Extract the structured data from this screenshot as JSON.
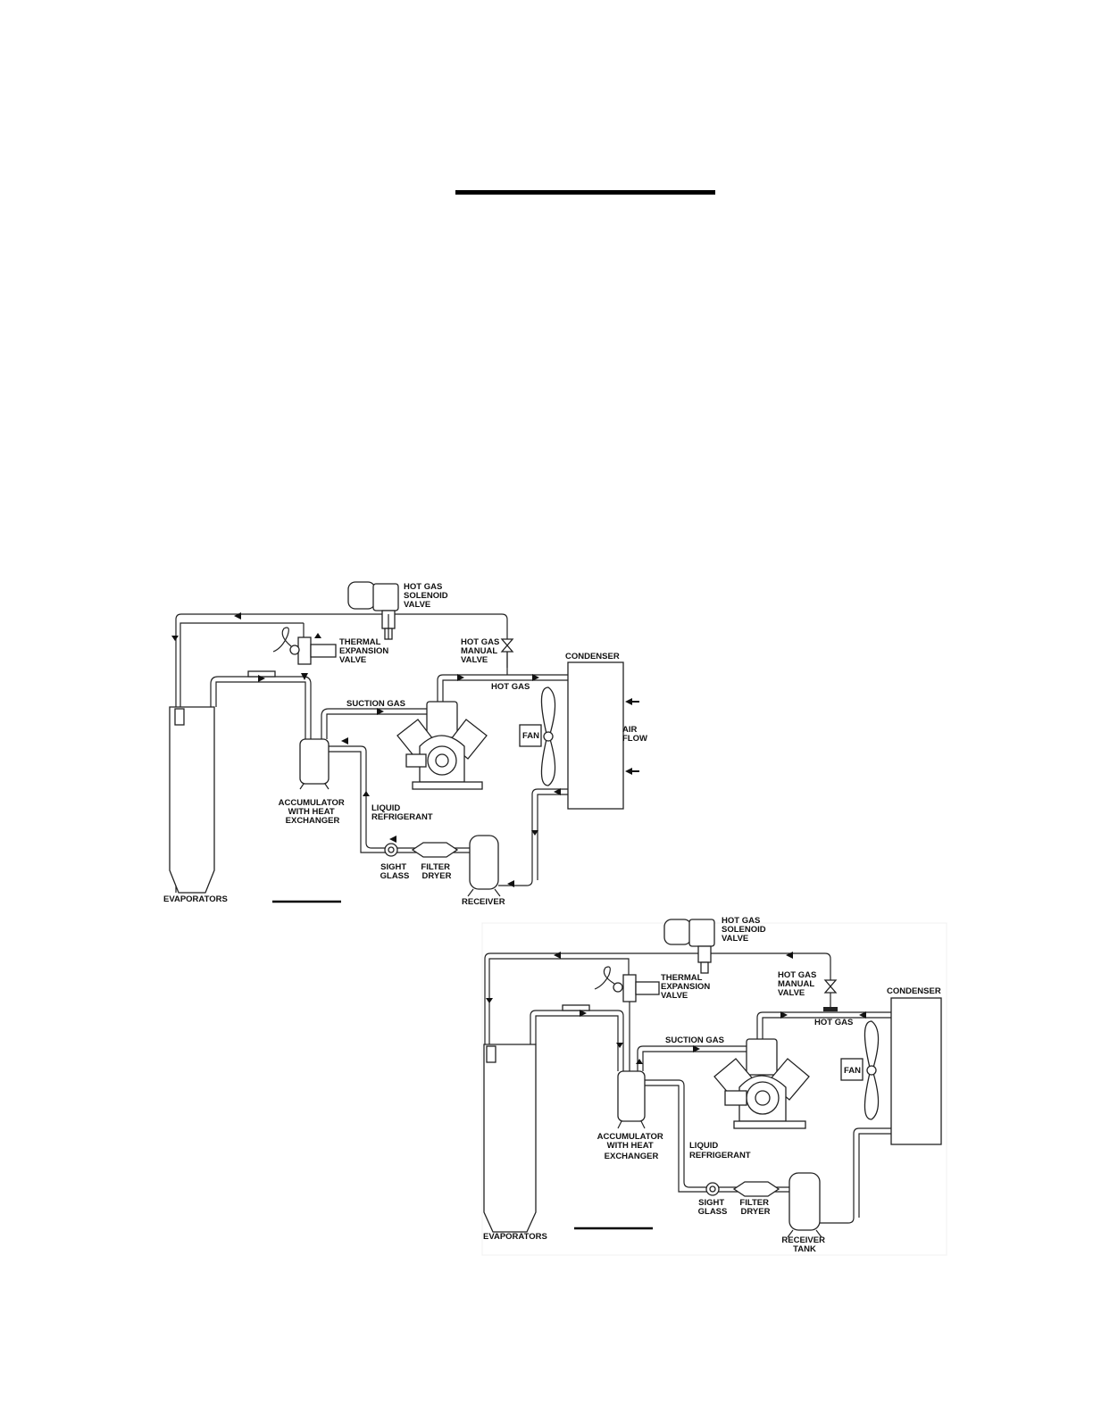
{
  "diagram1": {
    "labels": {
      "hot_gas_solenoid_valve": [
        "HOT GAS",
        "SOLENOID",
        "VALVE"
      ],
      "thermal_expansion_valve": [
        "THERMAL",
        "EXPANSION",
        "VALVE"
      ],
      "hot_gas_manual_valve": [
        "HOT GAS",
        "MANUAL",
        "VALVE"
      ],
      "condenser": "CONDENSER",
      "hot_gas": "HOT GAS",
      "suction_gas": "SUCTION GAS",
      "fan": "FAN",
      "air_flow": [
        "AIR",
        "FLOW"
      ],
      "accumulator": [
        "ACCUMULATOR",
        "WITH HEAT",
        "EXCHANGER"
      ],
      "liquid_refrigerant": [
        "LIQUID",
        "REFRIGERANT"
      ],
      "sight_glass": [
        "SIGHT",
        "GLASS"
      ],
      "filter_dryer": [
        "FILTER",
        "DRYER"
      ],
      "receiver": "RECEIVER",
      "evaporators": "EVAPORATORS"
    }
  },
  "diagram2": {
    "labels": {
      "hot_gas_solenoid_valve": [
        "HOT GAS",
        "SOLENOID",
        "VALVE"
      ],
      "thermal_expansion_valve": [
        "THERMAL",
        "EXPANSION",
        "VALVE"
      ],
      "hot_gas_manual_valve": [
        "HOT GAS",
        "MANUAL",
        "VALVE"
      ],
      "condenser": "CONDENSER",
      "hot_gas": "HOT GAS",
      "suction_gas": "SUCTION GAS",
      "fan": "FAN",
      "accumulator": [
        "ACCUMULATOR",
        "WITH HEAT",
        "EXCHANGER"
      ],
      "liquid_refrigerant": [
        "LIQUID",
        "REFRIGERANT"
      ],
      "sight_glass": [
        "SIGHT",
        "GLASS"
      ],
      "filter_dryer": [
        "FILTER",
        "DRYER"
      ],
      "receiver_tank": [
        "RECEIVER",
        "TANK"
      ],
      "evaporators": "EVAPORATORS"
    }
  }
}
